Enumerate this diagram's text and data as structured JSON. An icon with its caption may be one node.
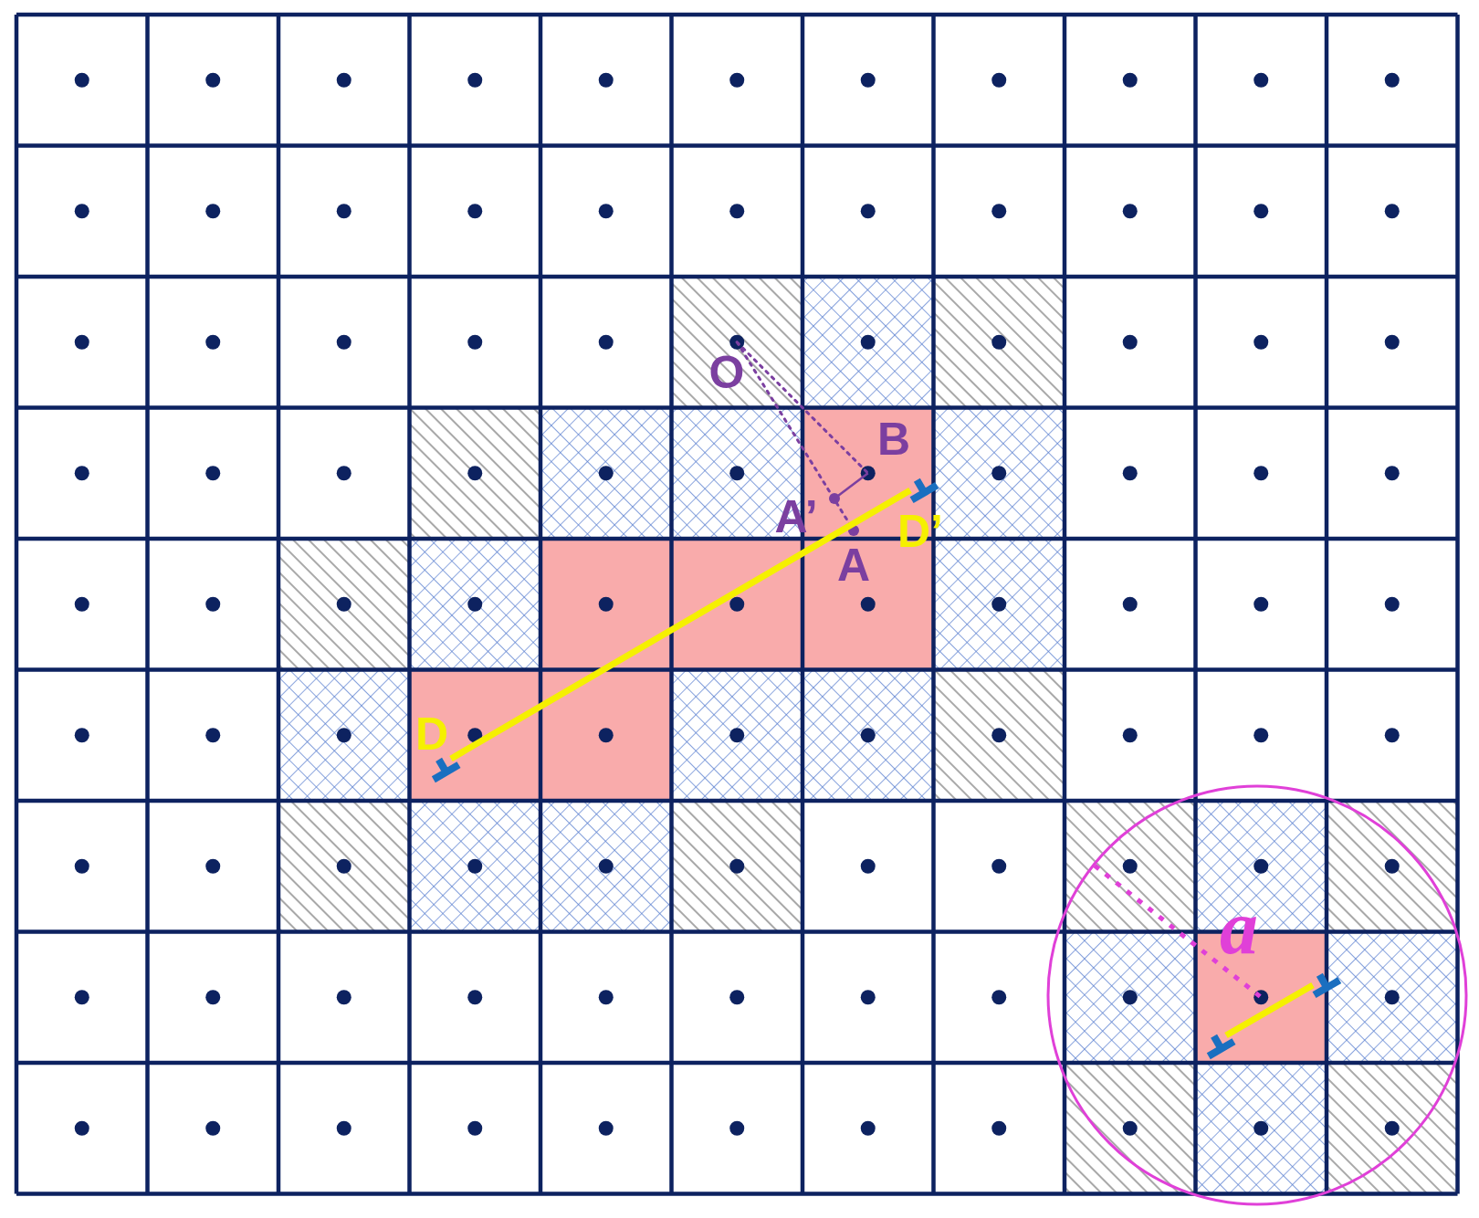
{
  "diagram": {
    "labels": [
      "O",
      "B",
      "A’",
      "D’",
      "A",
      "D",
      "a"
    ]
  }
}
